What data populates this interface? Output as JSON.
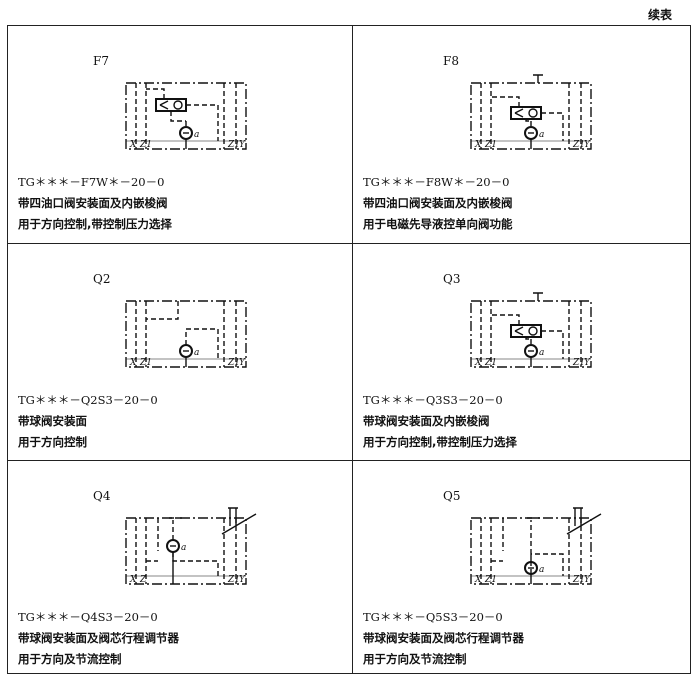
{
  "header": "续表",
  "cells": [
    {
      "code": "F7",
      "type": "F",
      "model": "TG＊＊＊－F7W＊－20－0",
      "desc1": "带四油口阀安装面及内嵌梭阀",
      "desc2": "用于方向控制,带控制压力选择",
      "labels": [
        "X",
        "Z1",
        "a",
        "Z1",
        "Y"
      ]
    },
    {
      "code": "F8",
      "type": "F8",
      "model": "TG＊＊＊－F8W＊－20－0",
      "desc1": "带四油口阀安装面及内嵌梭阀",
      "desc2": "用于电磁先导液控单向阀功能",
      "labels": [
        "X",
        "Z1",
        "a",
        "Z1",
        "Y"
      ]
    },
    {
      "code": "Q2",
      "type": "Q2",
      "model": "TG＊＊＊－Q2S3－20－0",
      "desc1": "带球阀安装面",
      "desc2": "用于方向控制",
      "labels": [
        "X",
        "Z1",
        "a",
        "Z1",
        "Y"
      ]
    },
    {
      "code": "Q3",
      "type": "F8",
      "model": "TG＊＊＊－Q3S3－20－0",
      "desc1": "带球阀安装面及内嵌梭阀",
      "desc2": "用于方向控制,带控制压力选择",
      "labels": [
        "X",
        "Z1",
        "a",
        "Z1",
        "Y"
      ]
    },
    {
      "code": "Q4",
      "type": "Q4",
      "model": "TG＊＊＊－Q4S3－20－0",
      "desc1": "带球阀安装面及阀芯行程调节器",
      "desc2": "用于方向及节流控制",
      "labels": [
        "X",
        "Z",
        "a",
        "Z1",
        "Y"
      ]
    },
    {
      "code": "Q5",
      "type": "Q5",
      "model": "TG＊＊＊－Q5S3－20－0",
      "desc1": "带球阀安装面及阀芯行程调节器",
      "desc2": "用于方向及节流控制",
      "labels": [
        "X",
        "Z1",
        "a",
        "Z1",
        "Y"
      ]
    }
  ]
}
